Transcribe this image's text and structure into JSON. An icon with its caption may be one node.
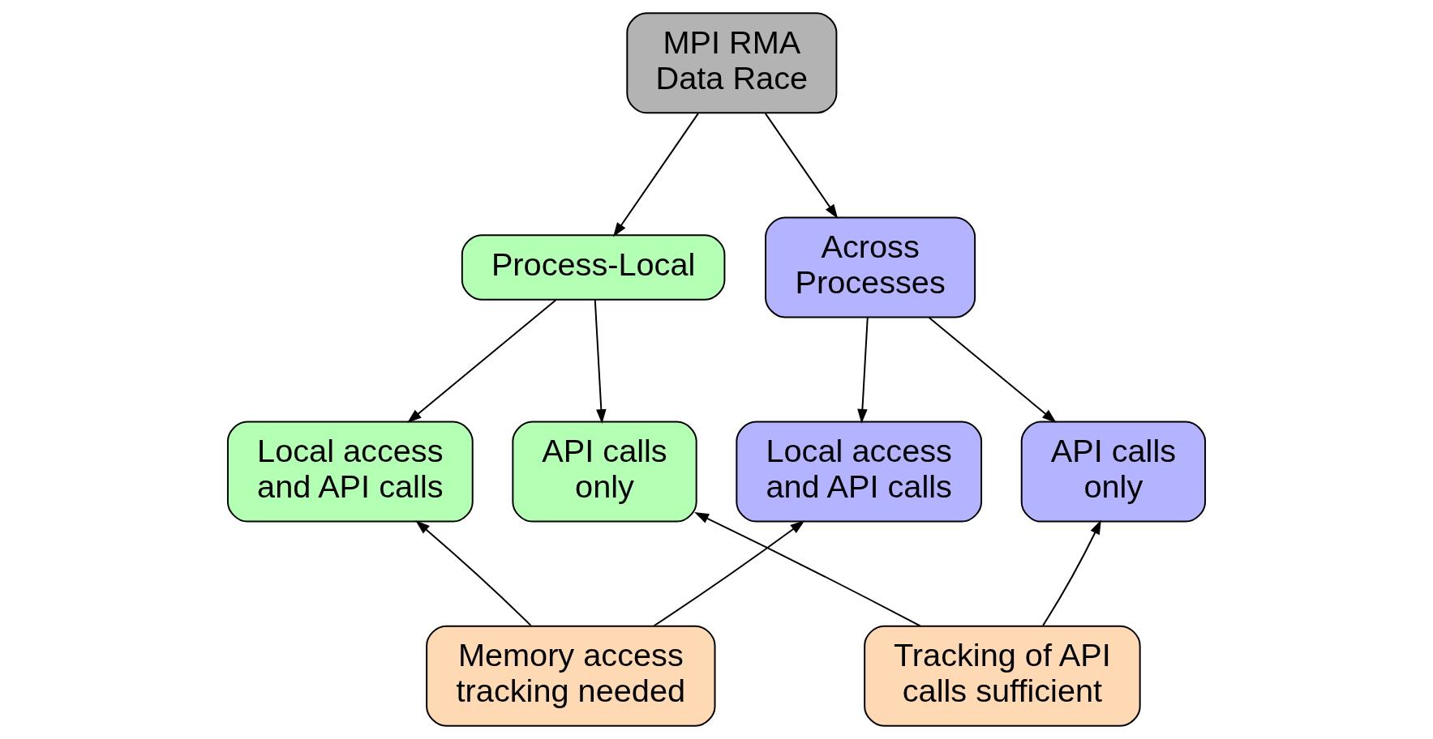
{
  "diagram": {
    "nodes": [
      {
        "text": [
          "MPI RMA Data Race"
        ]
      },
      {
        "text": [
          "Process-Local"
        ]
      },
      {
        "text": [
          "Across Processes"
        ]
      },
      {
        "text": [
          "Local access and API calls"
        ]
      },
      {
        "text": [
          "API calls only"
        ]
      },
      {
        "text": [
          "Local access and API calls"
        ]
      },
      {
        "text": [
          "API calls only"
        ]
      },
      {
        "text": [
          "Memory access tracking needed"
        ]
      },
      {
        "text": [
          "Tracking of API calls sufficient"
        ]
      }
    ],
    "edges": [
      {
        "from": 0,
        "to": 1,
        "arrow": "to"
      },
      {
        "from": 0,
        "to": 2,
        "arrow": "to"
      },
      {
        "from": 1,
        "to": 3,
        "arrow": "to"
      },
      {
        "from": 1,
        "to": 4,
        "arrow": "to"
      },
      {
        "from": 2,
        "to": 5,
        "arrow": "to"
      },
      {
        "from": 2,
        "to": 6,
        "arrow": "to"
      },
      {
        "from": 7,
        "to": 3,
        "arrow": "to"
      },
      {
        "from": 7,
        "to": 5,
        "arrow": "to"
      },
      {
        "from": 8,
        "to": 4,
        "arrow": "to"
      },
      {
        "from": 8,
        "to": 6,
        "arrow": "to"
      }
    ]
  }
}
